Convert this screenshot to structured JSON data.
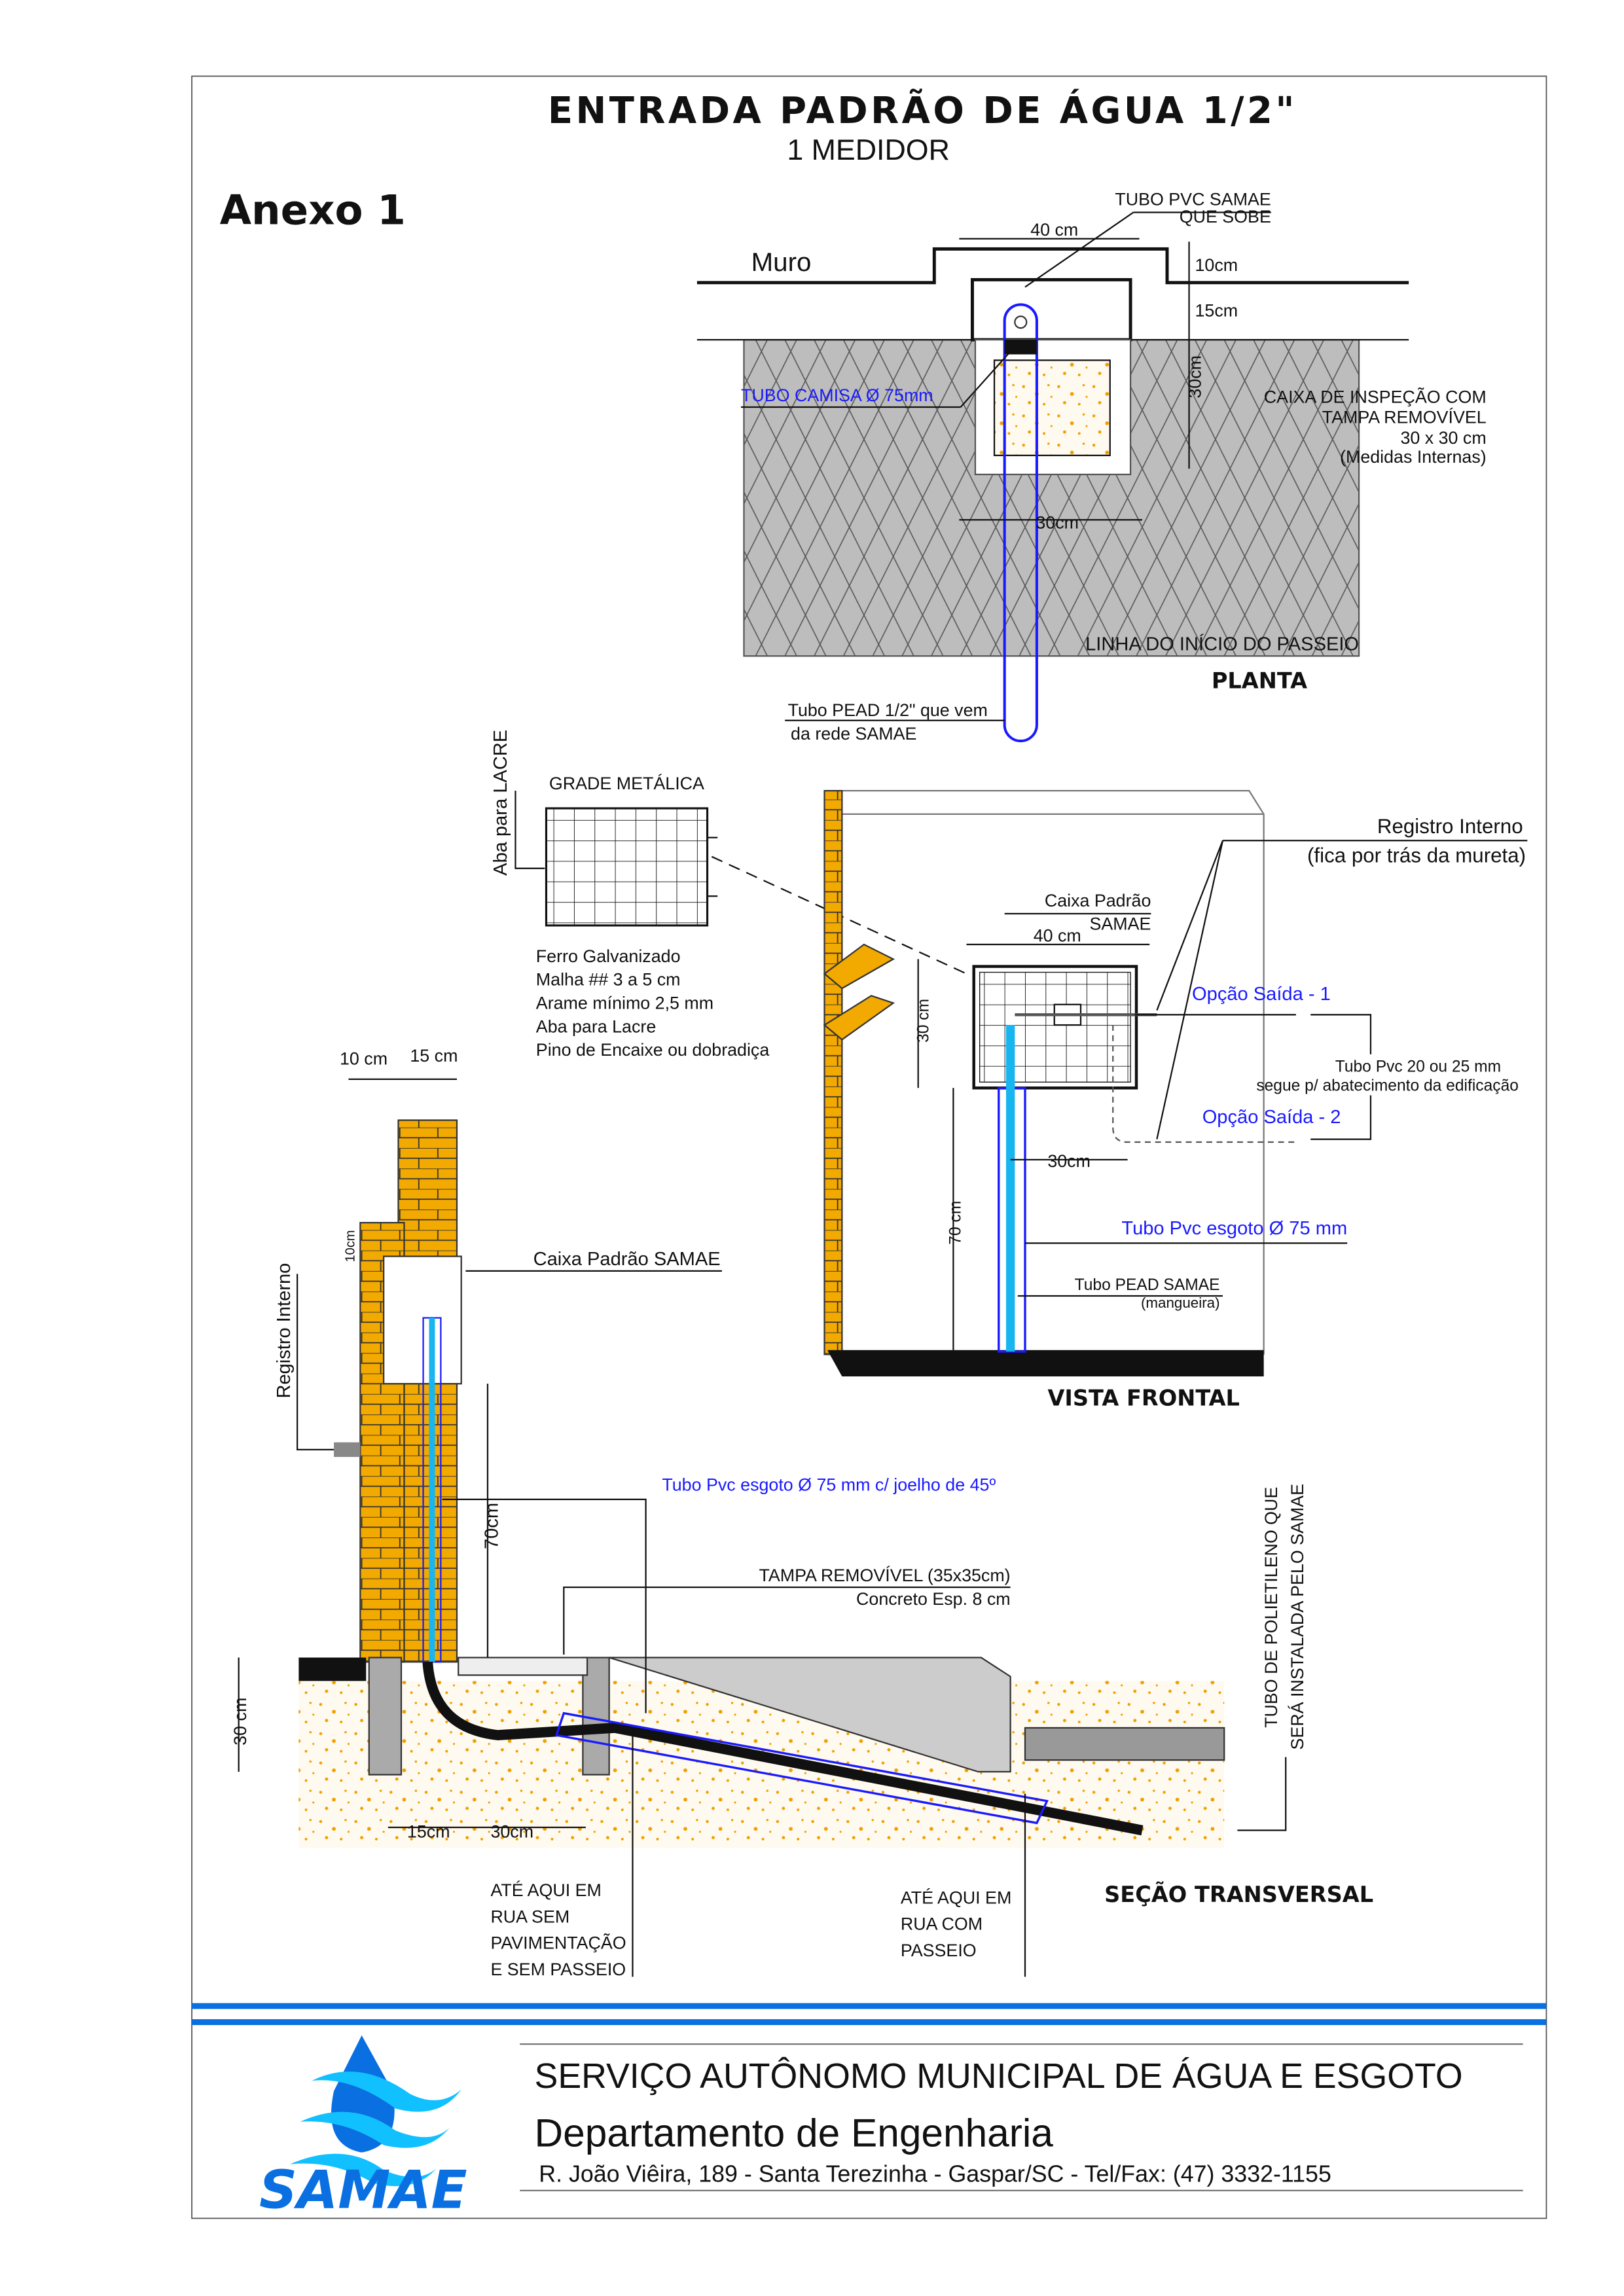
{
  "title": {
    "main": "ENTRADA PADRÃO DE ÁGUA 1/2\"",
    "sub": "1 MEDIDOR",
    "annex": "Anexo 1"
  },
  "planta": {
    "heading": "PLANTA",
    "muro": "Muro",
    "tubo_pvc_line1": "TUBO PVC SAMAE",
    "tubo_pvc_line2": "QUE SOBE",
    "dim_40": "40 cm",
    "dim_10": "10cm",
    "dim_15": "15cm",
    "dim_30v": "30cm",
    "dim_30h": "30cm",
    "tubo_camisa": "TUBO CAMISA Ø 75mm",
    "caixa_line1": "CAIXA DE INSPEÇÃO COM",
    "caixa_line2": "TAMPA REMOVÍVEL",
    "caixa_line3": "30 x 30 cm",
    "caixa_line4": "(Medidas Internas)",
    "linha_passeio": "LINHA DO INÍCIO DO PASSEIO",
    "pead_line1": "Tubo PEAD 1/2\" que vem",
    "pead_line2": "da rede SAMAE"
  },
  "grade": {
    "title": "GRADE METÁLICA",
    "aba": "Aba para LACRE",
    "specs": [
      "Ferro Galvanizado",
      "Malha ## 3 a 5 cm",
      "Arame mínimo 2,5 mm",
      "Aba para Lacre",
      "Pino de Encaixe ou dobradiça"
    ]
  },
  "vista_frontal": {
    "heading": "VISTA FRONTAL",
    "registro_line1": "Registro Interno",
    "registro_line2": "(fica por trás da mureta)",
    "caixa_line1": "Caixa Padrão",
    "caixa_line2": "SAMAE",
    "dim_40": "40 cm",
    "dim_30v": "30 cm",
    "dim_70": "70 cm",
    "dim_30h": "30cm",
    "opcao1": "Opção Saída - 1",
    "opcao2": "Opção Saída - 2",
    "tubo_pvc_line1": "Tubo Pvc 20 ou 25 mm",
    "tubo_pvc_line2": "segue p/ abatecimento da edificação",
    "tubo_esgoto": "Tubo Pvc esgoto Ø 75 mm",
    "pead_line1": "Tubo PEAD SAMAE",
    "pead_line2": "(mangueira)"
  },
  "secao": {
    "heading": "SEÇÃO TRANSVERSAL",
    "dim_10": "10 cm",
    "dim_15": "15 cm",
    "dim_10v": "10cm",
    "registro": "Registro Interno",
    "caixa": "Caixa Padrão SAMAE",
    "tubo_esgoto": "Tubo Pvc esgoto Ø 75 mm c/ joelho de 45º",
    "dim_70": "70cm",
    "tampa_line1": "TAMPA REMOVÍVEL (35x35cm)",
    "tampa_line2": "Concreto Esp. 8 cm",
    "dim_30v": "30 cm",
    "dim_15b": "15cm",
    "dim_30b": "30cm",
    "polietileno_line1": "TUBO DE POLIETILENO QUE",
    "polietileno_line2": "SERÁ INSTALADA PELO SAMAE",
    "ate_sem": [
      "ATÉ AQUI EM",
      "RUA SEM",
      "PAVIMENTAÇÃO",
      "E SEM PASSEIO"
    ],
    "ate_com": [
      "ATÉ AQUI EM",
      "RUA COM",
      "PASSEIO"
    ]
  },
  "footer": {
    "logo_text": "SAMAE",
    "org": "SERVIÇO  AUTÔNOMO  MUNICIPAL DE ÁGUA E ESGOTO",
    "dept": "Departamento de Engenharia",
    "address": "R. João Viêira, 189 - Santa Terezinha - Gaspar/SC  - Tel/Fax: (47) 3332-1155"
  },
  "colors": {
    "pipe_blue": "#1a1aff",
    "pead_cyan": "#19b5f0",
    "brick": "#f2a900",
    "brand_blue": "#0a6fe0",
    "paving": "#bdbdbd"
  }
}
